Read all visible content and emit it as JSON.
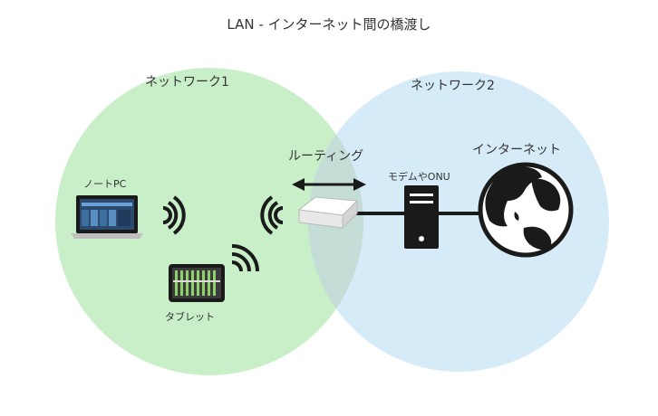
{
  "title": "LAN - インターネット間の橋渡し",
  "network1": {
    "label": "ネットワーク1"
  },
  "network2": {
    "label": "ネットワーク2"
  },
  "routing_label": "ルーティング",
  "internet_label": "インターネット",
  "modem_label": "モデムやONU",
  "laptop_label": "ノートPC",
  "tablet_label": "タブレット",
  "colors": {
    "network1": "#c8efc8",
    "network2": "#cfe7f7",
    "overlap": "#c4ddd6",
    "dark": "#1a1a1a"
  }
}
